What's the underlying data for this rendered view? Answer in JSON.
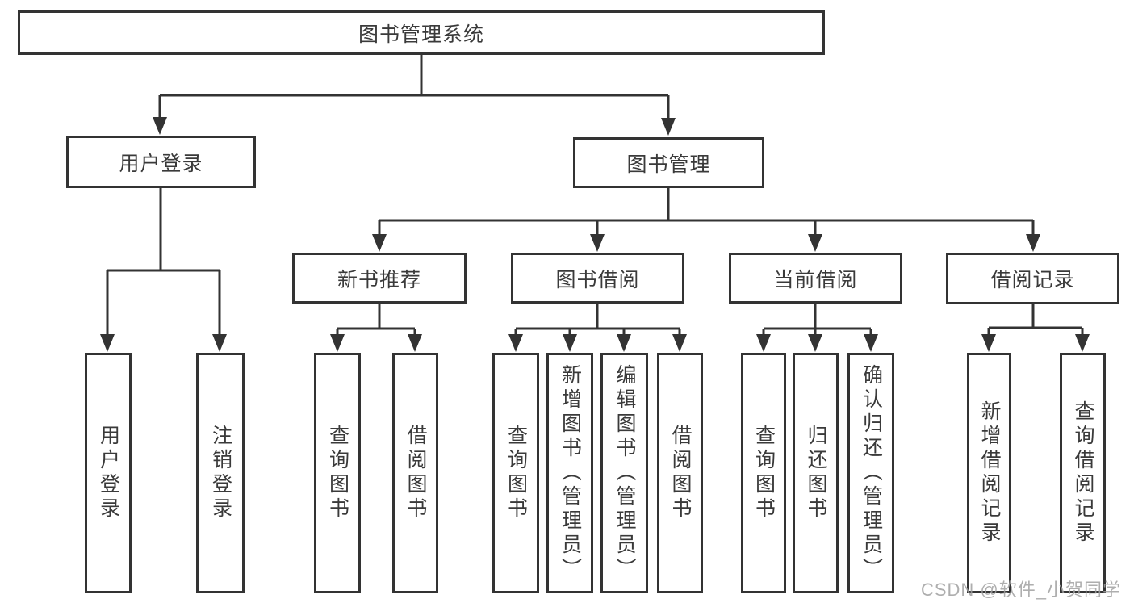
{
  "tree": {
    "root": "图书管理系统",
    "user_login": {
      "label": "用户登录",
      "children": [
        "用户登录",
        "注销登录"
      ]
    },
    "book_mgmt": {
      "label": "图书管理",
      "sections": [
        {
          "label": "新书推荐",
          "children": [
            "查询图书",
            "借阅图书"
          ]
        },
        {
          "label": "图书借阅",
          "children": [
            "查询图书",
            "新增图书（管理员）",
            "编辑图书（管理员）",
            "借阅图书"
          ]
        },
        {
          "label": "当前借阅",
          "children": [
            "查询图书",
            "归还图书",
            "确认归还（管理员）"
          ]
        },
        {
          "label": "借阅记录",
          "children": [
            "新增借阅记录",
            "查询借阅记录"
          ]
        }
      ]
    }
  },
  "colors": {
    "line": "#333333",
    "text": "#3a3a3a",
    "watermark": "#a0a0a0"
  },
  "watermark": "CSDN @软件_小贺同学"
}
